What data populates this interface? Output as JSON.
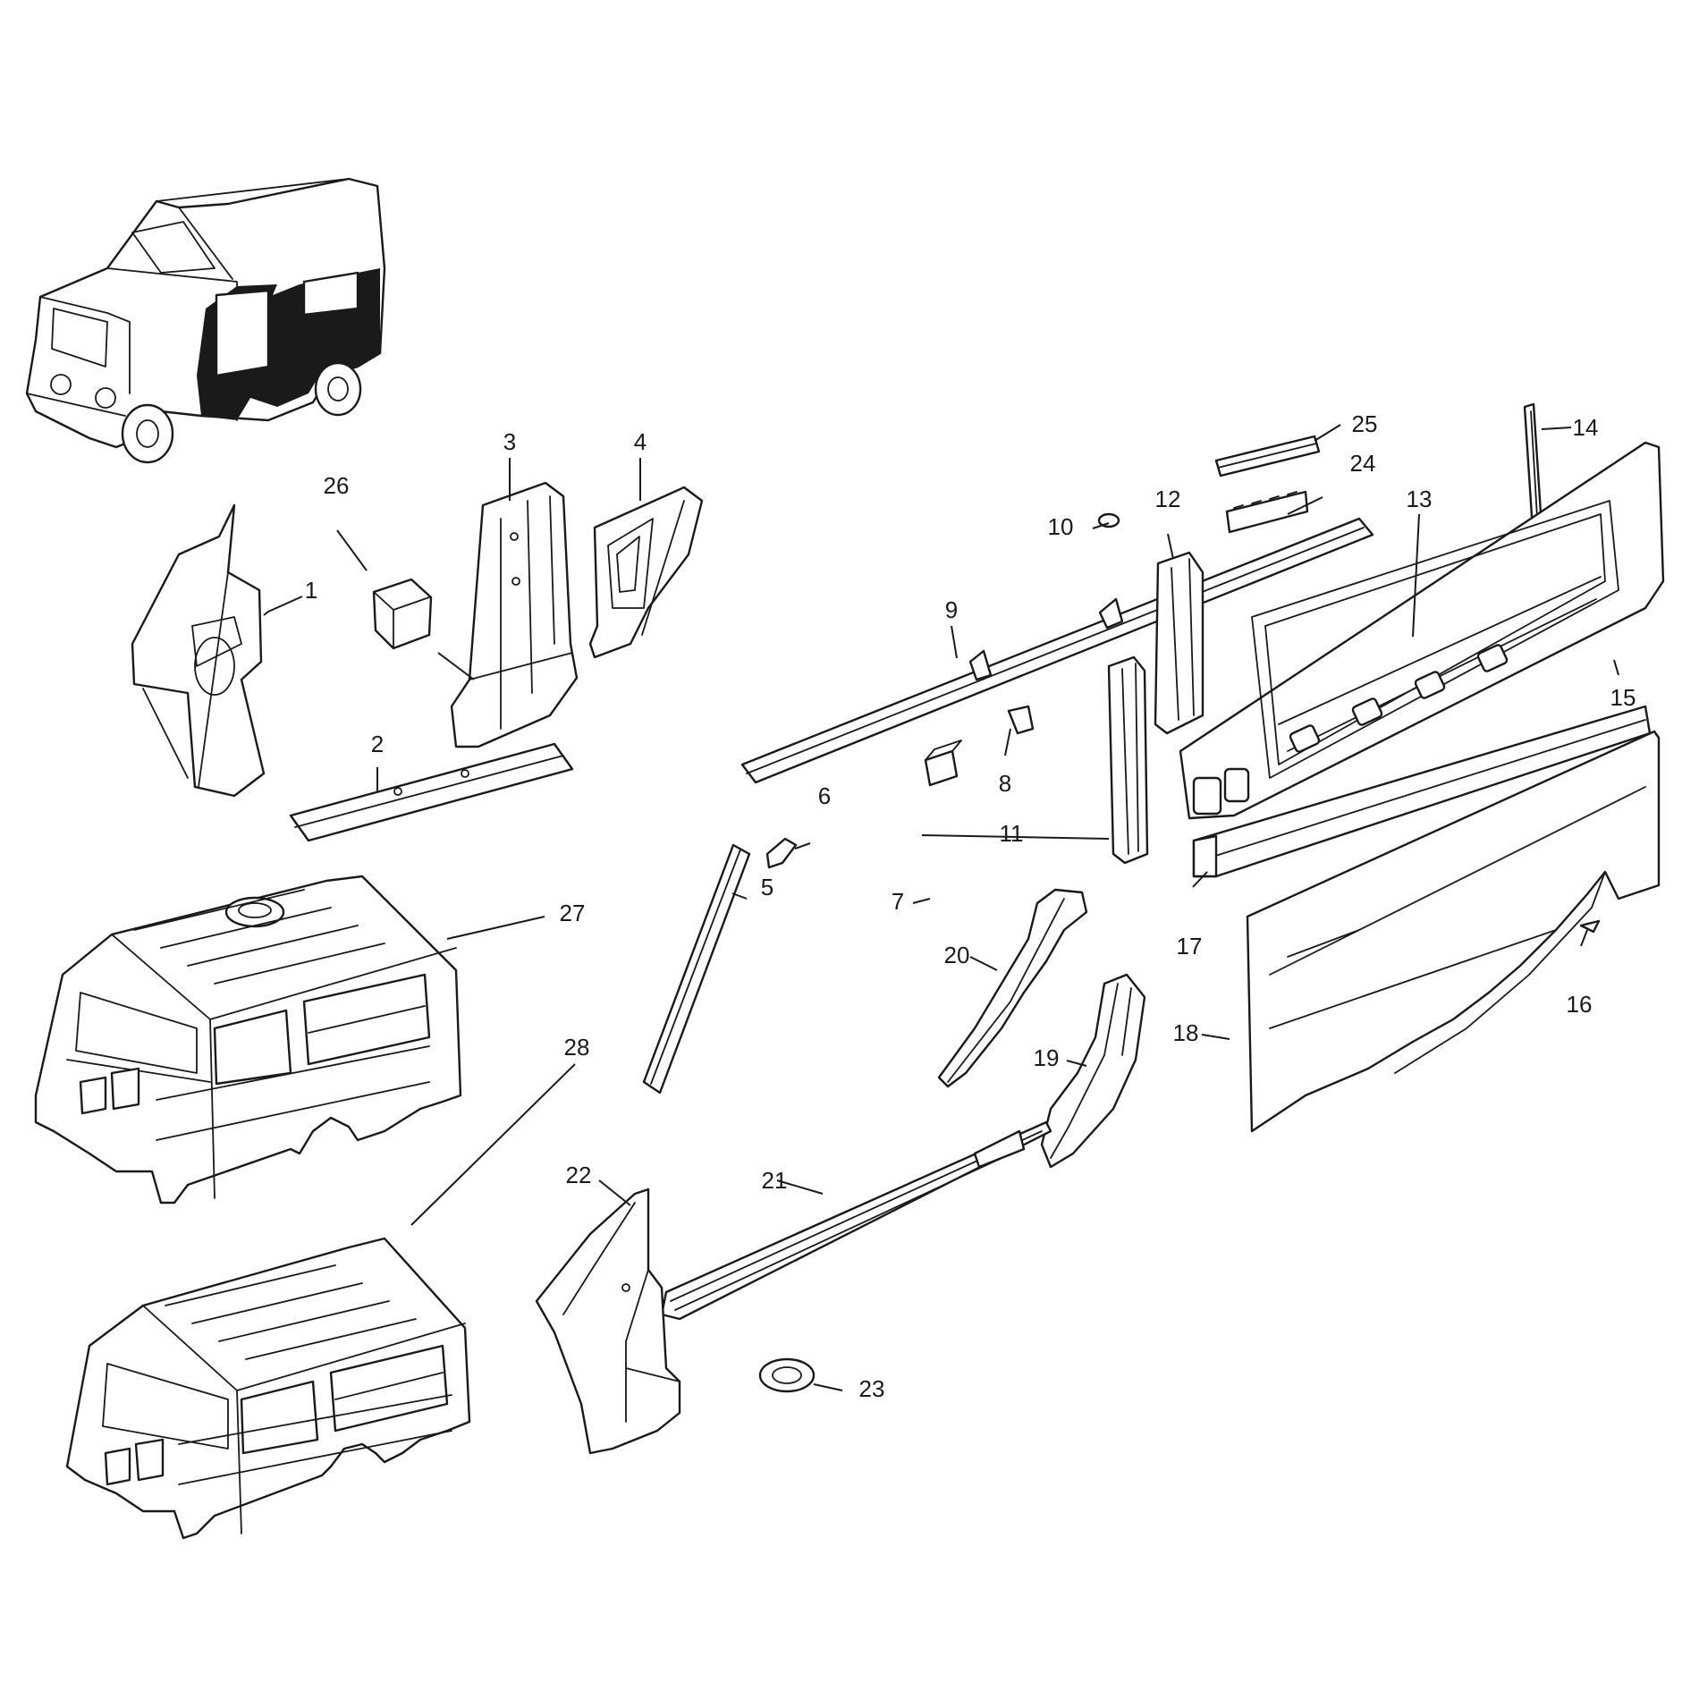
{
  "callouts": [
    {
      "id": "1",
      "text": "1"
    },
    {
      "id": "2",
      "text": "2"
    },
    {
      "id": "3",
      "text": "3"
    },
    {
      "id": "4",
      "text": "4"
    },
    {
      "id": "5",
      "text": "5"
    },
    {
      "id": "6",
      "text": "6"
    },
    {
      "id": "7",
      "text": "7"
    },
    {
      "id": "8",
      "text": "8"
    },
    {
      "id": "9",
      "text": "9"
    },
    {
      "id": "10",
      "text": "10"
    },
    {
      "id": "11",
      "text": "11"
    },
    {
      "id": "12",
      "text": "12"
    },
    {
      "id": "13",
      "text": "13"
    },
    {
      "id": "14",
      "text": "14"
    },
    {
      "id": "15",
      "text": "15"
    },
    {
      "id": "16",
      "text": "16"
    },
    {
      "id": "17",
      "text": "17"
    },
    {
      "id": "18",
      "text": "18"
    },
    {
      "id": "19",
      "text": "19"
    },
    {
      "id": "20",
      "text": "20"
    },
    {
      "id": "21",
      "text": "21"
    },
    {
      "id": "22",
      "text": "22"
    },
    {
      "id": "23",
      "text": "23"
    },
    {
      "id": "24",
      "text": "24"
    },
    {
      "id": "25",
      "text": "25"
    },
    {
      "id": "26",
      "text": "26"
    },
    {
      "id": "27",
      "text": "27"
    },
    {
      "id": "28",
      "text": "28"
    }
  ],
  "colors": {
    "line": "#1a1a1a",
    "background": "#ffffff"
  }
}
